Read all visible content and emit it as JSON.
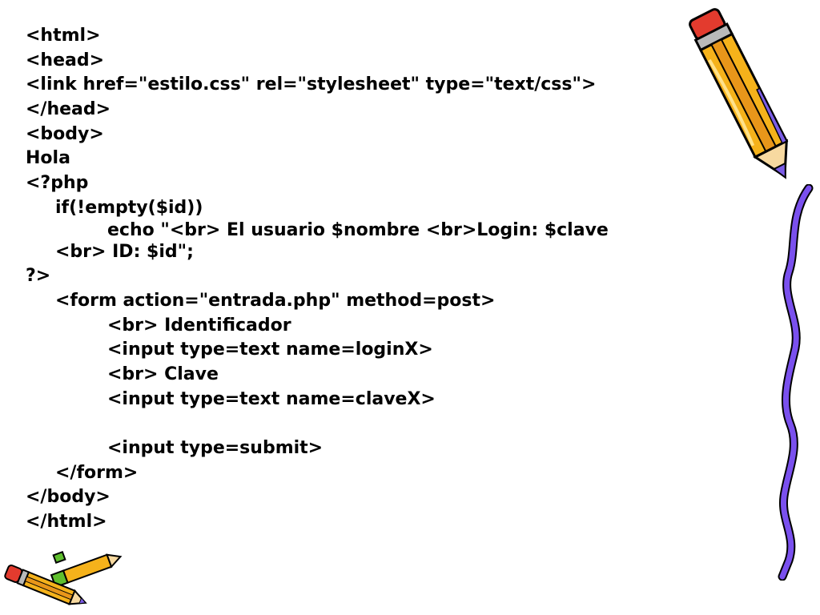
{
  "slide": {
    "code_lines": [
      {
        "text": "<html>",
        "indent": 0
      },
      {
        "text": "<head>",
        "indent": 0
      },
      {
        "text": "<link href=\"estilo.css\" rel=\"stylesheet\" type=\"text/css\">",
        "indent": 0
      },
      {
        "text": "</head>",
        "indent": 0
      },
      {
        "text": "<body>",
        "indent": 0
      },
      {
        "text": "Hola",
        "indent": 0
      },
      {
        "text": "<?php",
        "indent": 0
      },
      {
        "text": "if(!empty($id))",
        "indent": 1
      },
      {
        "text": "echo \"<br> El usuario $nombre <br>Login: $clave",
        "indent": 2
      },
      {
        "text": "<br> ID: $id\";",
        "indent": 1
      },
      {
        "text": "?>",
        "indent": 0
      },
      {
        "text": "<form action=\"entrada.php\" method=post>",
        "indent": 1
      },
      {
        "text": "<br> Identificador",
        "indent": 2
      },
      {
        "text": "<input type=text name=loginX>",
        "indent": 2
      },
      {
        "text": "<br> Clave",
        "indent": 2
      },
      {
        "text": "<input type=text name=claveX>",
        "indent": 2
      },
      {
        "text": "",
        "indent": 0
      },
      {
        "text": "<input type=submit>",
        "indent": 2
      },
      {
        "text": "</form>",
        "indent": 1
      },
      {
        "text": "</body>",
        "indent": 0
      },
      {
        "text": "</html>",
        "indent": 0
      }
    ]
  },
  "decorations": {
    "pencil_icon": "pencil-icon",
    "pencils_icon": "crossed-pencils-icon",
    "ribbon_icon": "squiggle-ribbon-icon",
    "colors": {
      "pencil_body": "#F5B21B",
      "pencil_stripe": "#E8961A",
      "pencil_tip": "#7B5CE6",
      "pencil_eraser": "#E33B2E",
      "pencil_band": "#5FBF2E",
      "ribbon": "#7A50EE",
      "outline": "#000000"
    }
  }
}
